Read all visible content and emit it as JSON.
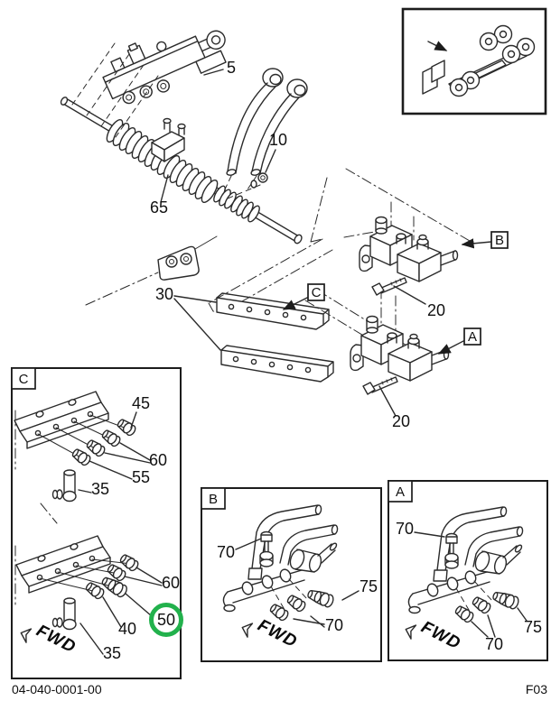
{
  "footer": {
    "left": "04-040-0001-00",
    "right": "F03"
  },
  "colors": {
    "line": "#2b2b2b",
    "highlight": "#22b14c"
  },
  "main": {
    "callouts": {
      "c5": "5",
      "c10": "10",
      "c65": "65",
      "c30": "30",
      "c20_upper": "20",
      "c20_lower": "20"
    },
    "refs": {
      "a": "A",
      "b": "B",
      "c": "C"
    }
  },
  "inset_c": {
    "tab": "C",
    "c45": "45",
    "c60_upper": "60",
    "c55": "55",
    "c35_upper": "35",
    "c60_lower": "60",
    "c50": "50",
    "c40": "40",
    "c35_lower": "35",
    "fwd": "FWD"
  },
  "inset_b": {
    "tab": "B",
    "c70_top": "70",
    "c75": "75",
    "c70_bottom": "70",
    "fwd": "FWD"
  },
  "inset_a": {
    "tab": "A",
    "c70_top": "70",
    "c75": "75",
    "c70_bottom": "70",
    "fwd": "FWD"
  }
}
